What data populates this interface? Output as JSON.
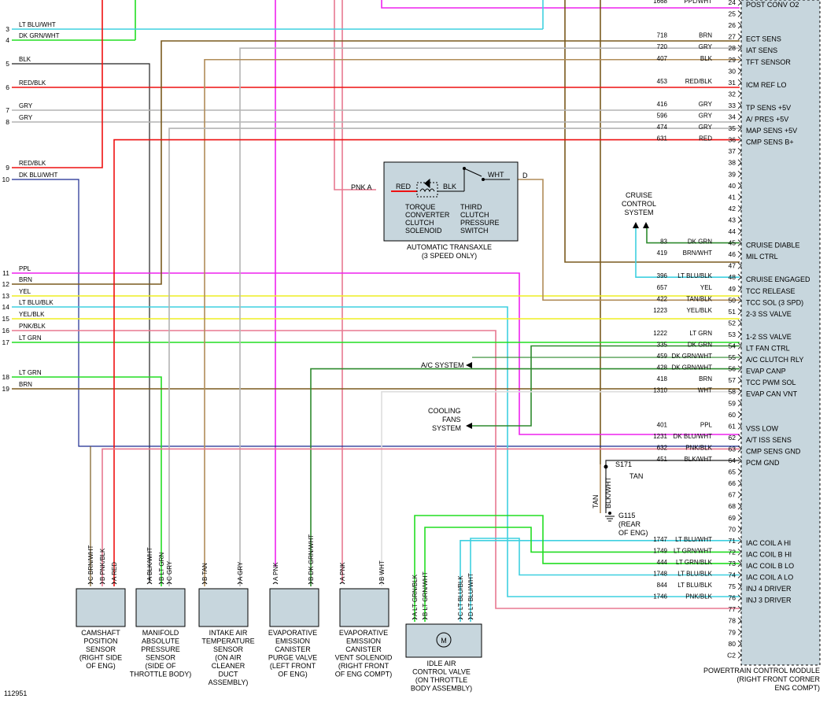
{
  "figure_id": "112951",
  "colors": {
    "lt_blu": "#3fd0e0",
    "dk_grn": "#2e8a2e",
    "lt_grn": "#22dd22",
    "brn": "#7a5a1e",
    "gry": "#b4b4b4",
    "blk": "#222222",
    "red": "#ee1111",
    "dk_blu": "#1a2a90",
    "ppl": "#ee22ee",
    "yel": "#eeee22",
    "pnk": "#e87890",
    "tan": "#b08c58",
    "module": "#c7d6dd"
  },
  "left_wires": [
    {
      "pin": "3",
      "label": "LT BLU/WHT"
    },
    {
      "pin": "4",
      "label": "DK GRN/WHT"
    },
    {
      "pin": "5",
      "label": "BLK"
    },
    {
      "pin": "6",
      "label": "RED/BLK"
    },
    {
      "pin": "7",
      "label": "GRY"
    },
    {
      "pin": "8",
      "label": "GRY"
    },
    {
      "pin": "9",
      "label": "RED/BLK"
    },
    {
      "pin": "10",
      "label": "DK BLU/WHT"
    },
    {
      "pin": "11",
      "label": "PPL"
    },
    {
      "pin": "12",
      "label": "BRN"
    },
    {
      "pin": "13",
      "label": "YEL"
    },
    {
      "pin": "14",
      "label": "LT BLU/BLK"
    },
    {
      "pin": "15",
      "label": "YEL/BLK"
    },
    {
      "pin": "16",
      "label": "PNK/BLK"
    },
    {
      "pin": "17",
      "label": "LT GRN"
    },
    {
      "pin": "18",
      "label": "LT GRN"
    },
    {
      "pin": "19",
      "label": "BRN"
    }
  ],
  "pcm_pins": [
    {
      "pin": "24",
      "circuit": "1668",
      "color": "PPL/WHT",
      "name": "POST CONV O2"
    },
    {
      "pin": "25",
      "circuit": "",
      "color": "",
      "name": ""
    },
    {
      "pin": "26",
      "circuit": "",
      "color": "",
      "name": ""
    },
    {
      "pin": "27",
      "circuit": "718",
      "color": "BRN",
      "name": "ECT SENS"
    },
    {
      "pin": "28",
      "circuit": "720",
      "color": "GRY",
      "name": "IAT SENS"
    },
    {
      "pin": "29",
      "circuit": "407",
      "color": "BLK",
      "name": "TFT SENSOR"
    },
    {
      "pin": "30",
      "circuit": "",
      "color": "",
      "name": ""
    },
    {
      "pin": "31",
      "circuit": "453",
      "color": "RED/BLK",
      "name": "ICM REF LO"
    },
    {
      "pin": "32",
      "circuit": "",
      "color": "",
      "name": ""
    },
    {
      "pin": "33",
      "circuit": "416",
      "color": "GRY",
      "name": "TP SENS +5V"
    },
    {
      "pin": "34",
      "circuit": "596",
      "color": "GRY",
      "name": "A/ PRES +5V"
    },
    {
      "pin": "35",
      "circuit": "474",
      "color": "GRY",
      "name": "MAP SENS +5V"
    },
    {
      "pin": "36",
      "circuit": "631",
      "color": "RED",
      "name": "CMP SENS B+"
    },
    {
      "pin": "37",
      "circuit": "",
      "color": "",
      "name": ""
    },
    {
      "pin": "38",
      "circuit": "",
      "color": "",
      "name": ""
    },
    {
      "pin": "39",
      "circuit": "",
      "color": "",
      "name": ""
    },
    {
      "pin": "40",
      "circuit": "",
      "color": "",
      "name": ""
    },
    {
      "pin": "41",
      "circuit": "",
      "color": "",
      "name": ""
    },
    {
      "pin": "42",
      "circuit": "",
      "color": "",
      "name": ""
    },
    {
      "pin": "43",
      "circuit": "",
      "color": "",
      "name": ""
    },
    {
      "pin": "44",
      "circuit": "",
      "color": "",
      "name": ""
    },
    {
      "pin": "45",
      "circuit": "83",
      "color": "DK GRN",
      "name": "CRUISE DIABLE"
    },
    {
      "pin": "46",
      "circuit": "419",
      "color": "BRN/WHT",
      "name": "MIL CTRL"
    },
    {
      "pin": "47",
      "circuit": "",
      "color": "",
      "name": ""
    },
    {
      "pin": "48",
      "circuit": "396",
      "color": "LT BLU/BLK",
      "name": "CRUISE ENGAGED"
    },
    {
      "pin": "49",
      "circuit": "657",
      "color": "YEL",
      "name": "TCC RELEASE"
    },
    {
      "pin": "50",
      "circuit": "422",
      "color": "TAN/BLK",
      "name": "TCC SOL (3 SPD)"
    },
    {
      "pin": "51",
      "circuit": "1223",
      "color": "YEL/BLK",
      "name": "2-3 SS VALVE"
    },
    {
      "pin": "52",
      "circuit": "",
      "color": "",
      "name": ""
    },
    {
      "pin": "53",
      "circuit": "1222",
      "color": "LT GRN",
      "name": "1-2 SS VALVE"
    },
    {
      "pin": "54",
      "circuit": "335",
      "color": "DK GRN",
      "name": "LT FAN CTRL"
    },
    {
      "pin": "55",
      "circuit": "459",
      "color": "DK GRN/WHT",
      "name": "A/C CLUTCH RLY"
    },
    {
      "pin": "56",
      "circuit": "428",
      "color": "DK GRN/WHT",
      "name": "EVAP CANP"
    },
    {
      "pin": "57",
      "circuit": "418",
      "color": "BRN",
      "name": "TCC PWM SOL"
    },
    {
      "pin": "58",
      "circuit": "1310",
      "color": "WHT",
      "name": "EVAP CAN VNT"
    },
    {
      "pin": "59",
      "circuit": "",
      "color": "",
      "name": ""
    },
    {
      "pin": "60",
      "circuit": "",
      "color": "",
      "name": ""
    },
    {
      "pin": "61",
      "circuit": "401",
      "color": "PPL",
      "name": "VSS LOW"
    },
    {
      "pin": "62",
      "circuit": "1231",
      "color": "DK BLU/WHT",
      "name": "A/T ISS SENS"
    },
    {
      "pin": "63",
      "circuit": "632",
      "color": "PNK/BLK",
      "name": "CMP SENS GND"
    },
    {
      "pin": "64",
      "circuit": "451",
      "color": "BLK/WHT",
      "name": "PCM GND"
    },
    {
      "pin": "65",
      "circuit": "",
      "color": "",
      "name": ""
    },
    {
      "pin": "66",
      "circuit": "",
      "color": "",
      "name": ""
    },
    {
      "pin": "67",
      "circuit": "",
      "color": "",
      "name": ""
    },
    {
      "pin": "68",
      "circuit": "",
      "color": "",
      "name": ""
    },
    {
      "pin": "69",
      "circuit": "",
      "color": "",
      "name": ""
    },
    {
      "pin": "70",
      "circuit": "",
      "color": "",
      "name": ""
    },
    {
      "pin": "71",
      "circuit": "1747",
      "color": "LT BLU/WHT",
      "name": "IAC COIL A HI"
    },
    {
      "pin": "72",
      "circuit": "1749",
      "color": "LT GRN/WHT",
      "name": "IAC COIL B HI"
    },
    {
      "pin": "73",
      "circuit": "444",
      "color": "LT GRN/BLK",
      "name": "IAC COIL B LO"
    },
    {
      "pin": "74",
      "circuit": "1748",
      "color": "LT BLU/BLK",
      "name": "IAC COIL A LO"
    },
    {
      "pin": "75",
      "circuit": "844",
      "color": "LT BLU/BLK",
      "name": "INJ 4 DRIVER"
    },
    {
      "pin": "76",
      "circuit": "1746",
      "color": "PNK/BLK",
      "name": "INJ 3 DRIVER"
    },
    {
      "pin": "77",
      "circuit": "",
      "color": "",
      "name": ""
    },
    {
      "pin": "78",
      "circuit": "",
      "color": "",
      "name": ""
    },
    {
      "pin": "79",
      "circuit": "",
      "color": "",
      "name": ""
    },
    {
      "pin": "80",
      "circuit": "",
      "color": "",
      "name": ""
    },
    {
      "pin": "C2",
      "circuit": "",
      "color": "",
      "name": ""
    }
  ],
  "pcm_label": [
    "POWERTRAIN CONTROL MODULE",
    "(RIGHT FRONT CORNER",
    "ENG COMPT)"
  ],
  "transaxle": {
    "pin_a": "PNK  A",
    "pin_d": "D",
    "red": "RED",
    "blk": "BLK",
    "wht": "WHT",
    "tcc": [
      "TORQUE",
      "CONVERTER",
      "CLUTCH",
      "SOLENOID"
    ],
    "third": [
      "THIRD",
      "CLUTCH",
      "PRESSURE",
      "SWITCH"
    ],
    "label": [
      "AUTOMATIC TRANSAXLE",
      "(3 SPEED ONLY)"
    ]
  },
  "cruise": [
    "CRUISE",
    "CONTROL",
    "SYSTEM"
  ],
  "ac_system": "A/C SYSTEM",
  "cooling": [
    "COOLING",
    "FANS",
    "SYSTEM"
  ],
  "ground": {
    "splice": "S171",
    "tan_right": "TAN",
    "tan_vert": "TAN",
    "blkwht_vert": "BLK/WHT",
    "g115": [
      "G115",
      "(REAR",
      "OF ENG)"
    ]
  },
  "components": [
    {
      "pins": [
        "C BRN/WHT",
        "B PNK/BLK",
        "A RED"
      ],
      "label": [
        "CAMSHAFT",
        "POSITION",
        "SENSOR",
        "(RIGHT SIDE",
        "OF ENG)"
      ]
    },
    {
      "pins": [
        "A BLK/WHT",
        "B LT GRN",
        "C GRY"
      ],
      "label": [
        "MANIFOLD",
        "ABSOLUTE",
        "PRESSURE",
        "SENSOR",
        "(SIDE OF",
        "THROTTLE BODY)"
      ]
    },
    {
      "pins": [
        "B TAN",
        "A GRY"
      ],
      "label": [
        "INTAKE AIR",
        "TEMPERATURE",
        "SENSOR",
        "(ON AIR",
        "CLEANER",
        "DUCT",
        "ASSEMBLY)"
      ]
    },
    {
      "pins": [
        "A PNK",
        "B DK GRN/WHT"
      ],
      "label": [
        "EVAPORATIVE",
        "EMISSION",
        "CANISTER",
        "PURGE VALVE",
        "(LEFT FRONT",
        "OF ENG)"
      ]
    },
    {
      "pins": [
        "A PNK",
        "B WHT"
      ],
      "label": [
        "EVAPORATIVE",
        "EMISSION",
        "CANISTER",
        "VENT SOLENOID",
        "(RIGHT FRONT",
        "OF ENG COMPT)"
      ]
    },
    {
      "pins": [
        "A LT GRN/BLK",
        "B LT GRN/WHT",
        "C LT BLU/BLK",
        "D LT BLU/WHT"
      ],
      "label": [
        "IDLE AIR",
        "CONTROL VALVE",
        "(ON THROTTLE",
        "BODY ASSEMBLY)"
      ],
      "motor": "M"
    }
  ]
}
